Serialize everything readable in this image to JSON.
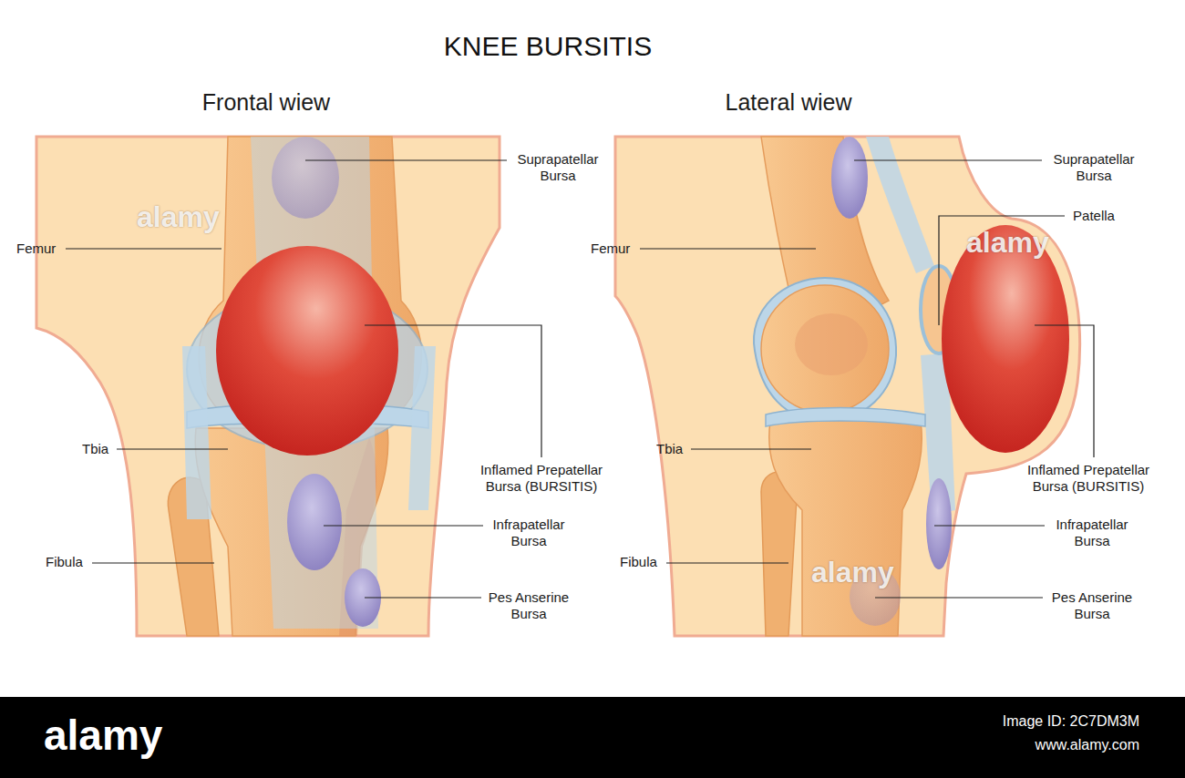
{
  "diagram": {
    "title": "KNEE BURSITIS",
    "labels": [
      "Frontal wiew",
      "Lateral wiew",
      "Suprapatellar Bursa",
      "Femur",
      "Inflamed Prepatellar Bursa (BURSITIS)",
      "Tbia",
      "Infrapatellar Bursa",
      "Fibula",
      "Pes Anserine Bursa",
      "Suprapatellar Bursa",
      "Patella",
      "Femur",
      "Tbia",
      "Inflamed Prepatellar Bursa (BURSITIS)",
      "Infrapatellar Bursa",
      "Fibula",
      "Pes Anserine Bursa",
      "alamy",
      "alamy",
      "alamy",
      "alamy",
      "Image ID: 2C7DM3M",
      "www.alamy.com"
    ]
  }
}
